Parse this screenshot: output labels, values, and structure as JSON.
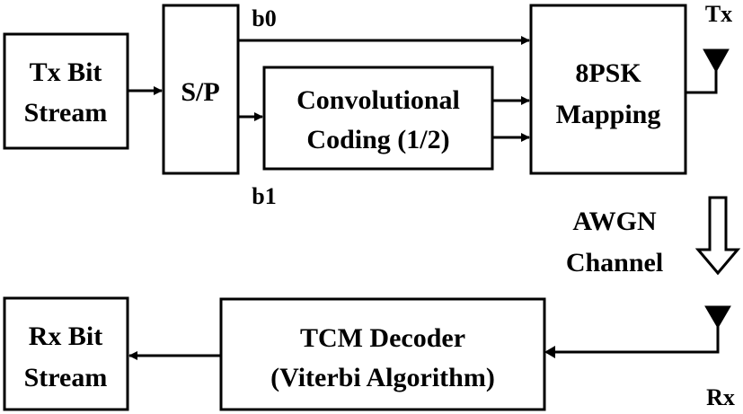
{
  "blocks": {
    "tx_bit_stream": [
      "Tx Bit",
      "Stream"
    ],
    "serial_parallel": "S/P",
    "conv_coding": [
      "Convolutional",
      "Coding (1/2)"
    ],
    "psk_mapping": [
      "8PSK",
      "Mapping"
    ],
    "tcm_decoder": [
      "TCM Decoder",
      "(Viterbi Algorithm)"
    ],
    "rx_bit_stream": [
      "Rx Bit",
      "Stream"
    ]
  },
  "signals": {
    "b0": "b0",
    "b1": "b1"
  },
  "antennas": {
    "tx": "Tx",
    "rx": "Rx"
  },
  "channel": [
    "AWGN",
    "Channel"
  ]
}
